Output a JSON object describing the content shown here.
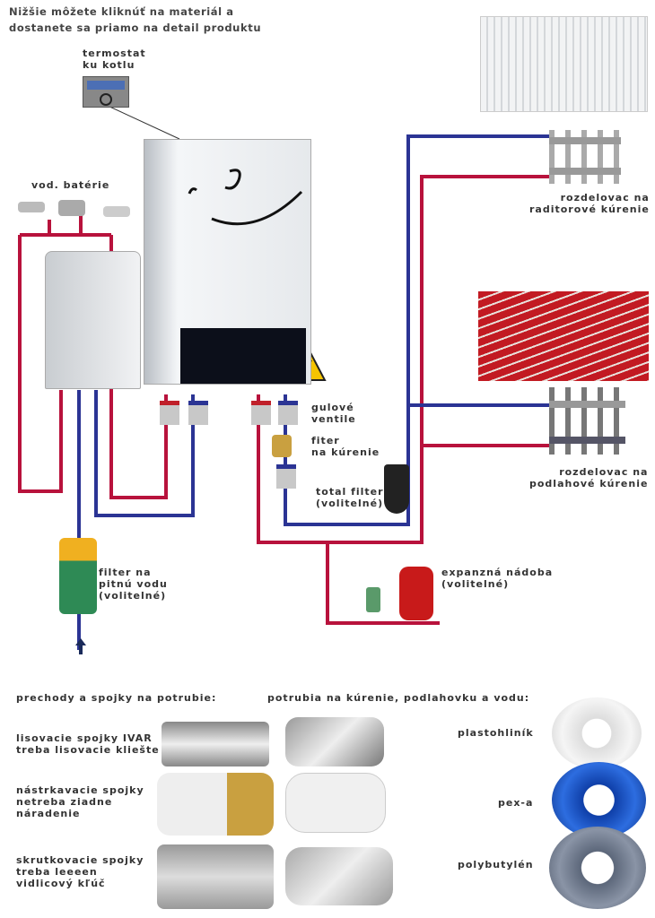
{
  "header": {
    "line1": "Nižšie môžete kliknúť na materiál a",
    "line2": "dostanete sa priamo na detail produktu"
  },
  "labels": {
    "thermostat": "termostat\nku kotlu",
    "faucets": "vod. batérie",
    "radiator_manifold": "rozdelovac na\nraditorové kúrenie",
    "floor_manifold": "rozdelovac na\npodlahové kúrenie",
    "ball_valves": "gulové\nventile",
    "heating_filter": "fiter\nna kúrenie",
    "total_filter": "total filter\n(volitelné)",
    "water_filter": "filter na\npitnú vodu\n(volitelné)",
    "expansion_vessel": "expanzná nádoba\n(volitelné)"
  },
  "fittings": {
    "title": "prechody a spojky na potrubie:",
    "items": [
      {
        "label": "lisovacie spojky IVAR\ntreba lisovacie kliešte"
      },
      {
        "label": "nástrkavacie spojky\nnetreba ziadne\nnáradenie"
      },
      {
        "label": "skrutkovacie spojky\ntreba leeeen\nvidlicový kľúč"
      }
    ]
  },
  "pipes": {
    "title": "potrubia na kúrenie, podlahovku a vodu:",
    "items": [
      {
        "label": "plastohliník",
        "color": "#e8e8e8"
      },
      {
        "label": "pex-a",
        "color": "#1f57c8"
      },
      {
        "label": "polybutylén",
        "color": "#6f7a8c"
      }
    ]
  },
  "colors": {
    "hot": "#b8123c",
    "cold": "#2b3494"
  }
}
